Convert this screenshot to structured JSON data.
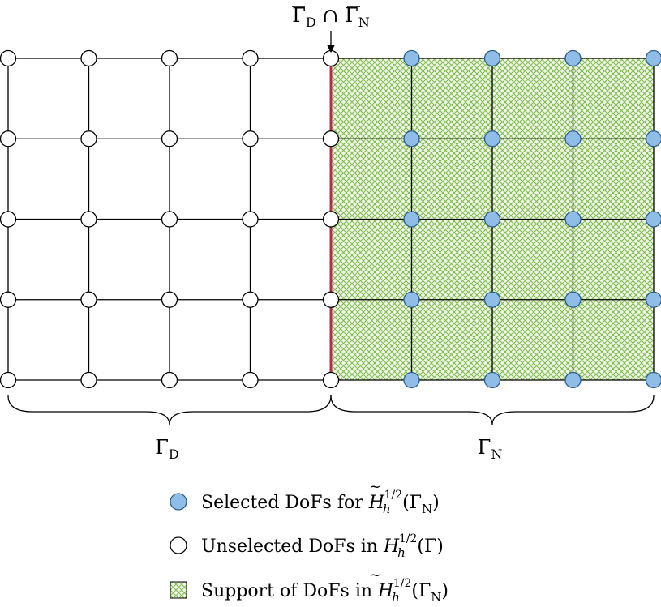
{
  "diagram": {
    "grid": {
      "columns": 9,
      "rows": 5,
      "interface_column": 4
    },
    "intersection_label": {
      "main": "Γ",
      "sub1": "D",
      "cap": " ∩ ",
      "main2": "Γ",
      "sub2": "N"
    },
    "region_labels": {
      "dirichlet": {
        "main": "Γ",
        "sub": "D"
      },
      "neumann": {
        "main": "Γ",
        "sub": "N"
      }
    },
    "legend": [
      {
        "kind": "selected",
        "text": "Selected DoFs for ",
        "math_main": "H",
        "math_tilde": true,
        "math_sub": "h",
        "math_sup": "1/2",
        "math_arg": "(Γ",
        "math_arg_sub": "N",
        "math_arg_close": ")"
      },
      {
        "kind": "unselected",
        "text": "Unselected DoFs in ",
        "math_main": "H",
        "math_tilde": false,
        "math_sub": "h",
        "math_sup": "1/2",
        "math_arg": "(Γ",
        "math_arg_sub": "",
        "math_arg_close": ")"
      },
      {
        "kind": "support",
        "text": "Support of DoFs in ",
        "math_main": "H",
        "math_tilde": true,
        "math_sub": "h",
        "math_sup": "1/2",
        "math_arg": "(Γ",
        "math_arg_sub": "N",
        "math_arg_close": ")"
      }
    ],
    "colors": {
      "selected_fill": "#8fbde8",
      "selected_stroke": "#2c5f8a",
      "unselected_fill": "#ffffff",
      "hatch": "#7fb84d",
      "hatch_bg": "#eef6e4",
      "interface_line": "#b0304a",
      "grid_line": "#000000"
    }
  }
}
